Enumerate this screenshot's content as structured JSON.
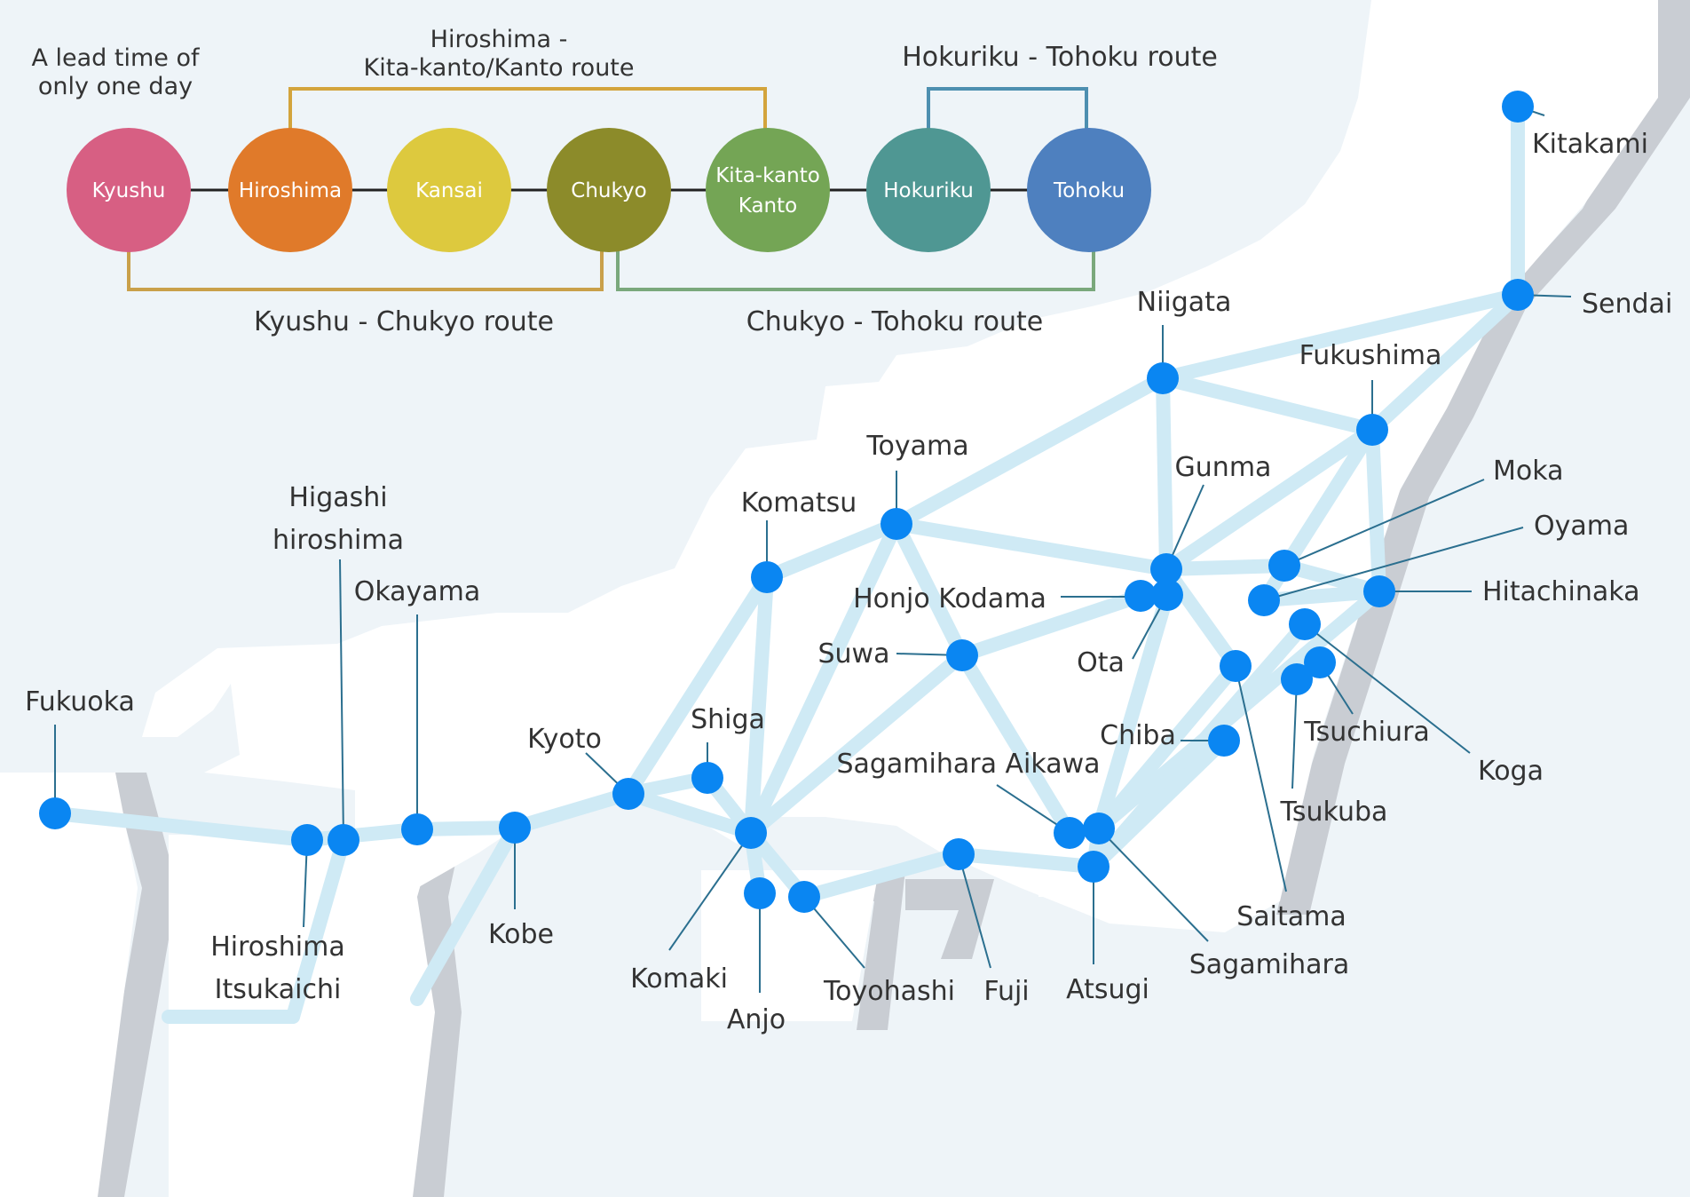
{
  "header": {
    "lead_time": [
      "A lead time of",
      "only one day"
    ],
    "hiroshima_route": [
      "Hiroshima -",
      "Kita-kanto/Kanto route"
    ],
    "hokuriku_route": "Hokuriku - Tohoku route",
    "kyushu_route": "Kyushu - Chukyo route",
    "chukyo_route": "Chukyo - Tohoku route"
  },
  "regions": [
    {
      "id": "kyushu",
      "lines": [
        "Kyushu"
      ],
      "color": "#d75f83"
    },
    {
      "id": "hiroshima",
      "lines": [
        "Hiroshima"
      ],
      "color": "#e07a2a"
    },
    {
      "id": "kansai",
      "lines": [
        "Kansai"
      ],
      "color": "#ddc93e"
    },
    {
      "id": "chukyo",
      "lines": [
        "Chukyo"
      ],
      "color": "#8c8b2a"
    },
    {
      "id": "kitakanto",
      "lines": [
        "Kita-kanto",
        "Kanto"
      ],
      "color": "#74a555"
    },
    {
      "id": "hokuriku",
      "lines": [
        "Hokuriku"
      ],
      "color": "#4f9793"
    },
    {
      "id": "tohoku",
      "lines": [
        "Tohoku"
      ],
      "color": "#4e80bf"
    }
  ],
  "route_colors": {
    "hiroshima_kitakanto": "#d3a43c",
    "hokuriku_tohoku": "#4d8fb0",
    "kyushu_chukyo": "#c9a04a",
    "chukyo_tohoku": "#7aa87c"
  },
  "colors": {
    "node": "#0a86f2",
    "route": "#cfeaf5",
    "land": "#ffffff",
    "shadow": "#c9cdd3",
    "sea": "#eef4f8"
  },
  "cities": [
    {
      "id": "kitakami",
      "lines": [
        "Kitakami"
      ]
    },
    {
      "id": "sendai",
      "lines": [
        "Sendai"
      ]
    },
    {
      "id": "niigata",
      "lines": [
        "Niigata"
      ]
    },
    {
      "id": "fukushima",
      "lines": [
        "Fukushima"
      ]
    },
    {
      "id": "toyama",
      "lines": [
        "Toyama"
      ]
    },
    {
      "id": "gunma",
      "lines": [
        "Gunma"
      ]
    },
    {
      "id": "moka",
      "lines": [
        "Moka"
      ]
    },
    {
      "id": "oyama",
      "lines": [
        "Oyama"
      ]
    },
    {
      "id": "komatsu",
      "lines": [
        "Komatsu"
      ]
    },
    {
      "id": "honjo-kodama",
      "lines": [
        "Honjo Kodama"
      ]
    },
    {
      "id": "hitachinaka",
      "lines": [
        "Hitachinaka"
      ]
    },
    {
      "id": "suwa",
      "lines": [
        "Suwa"
      ]
    },
    {
      "id": "ota",
      "lines": [
        "Ota"
      ]
    },
    {
      "id": "higashi-hiroshima",
      "lines": [
        "Higashi",
        "hiroshima"
      ]
    },
    {
      "id": "okayama",
      "lines": [
        "Okayama"
      ]
    },
    {
      "id": "fukuoka",
      "lines": [
        "Fukuoka"
      ]
    },
    {
      "id": "shiga",
      "lines": [
        "Shiga"
      ]
    },
    {
      "id": "kyoto",
      "lines": [
        "Kyoto"
      ]
    },
    {
      "id": "chiba",
      "lines": [
        "Chiba"
      ]
    },
    {
      "id": "tsuchiura",
      "lines": [
        "Tsuchiura"
      ]
    },
    {
      "id": "sagamihara-aikawa",
      "lines": [
        "Sagamihara Aikawa"
      ]
    },
    {
      "id": "koga",
      "lines": [
        "Koga"
      ]
    },
    {
      "id": "tsukuba",
      "lines": [
        "Tsukuba"
      ]
    },
    {
      "id": "kobe",
      "lines": [
        "Kobe"
      ]
    },
    {
      "id": "hiroshima-itsukaichi",
      "lines": [
        "Hiroshima",
        "Itsukaichi"
      ]
    },
    {
      "id": "saitama",
      "lines": [
        "Saitama"
      ]
    },
    {
      "id": "sagamihara",
      "lines": [
        "Sagamihara"
      ]
    },
    {
      "id": "komaki",
      "lines": [
        "Komaki"
      ]
    },
    {
      "id": "toyohashi",
      "lines": [
        "Toyohashi"
      ]
    },
    {
      "id": "fuji",
      "lines": [
        "Fuji"
      ]
    },
    {
      "id": "atsugi",
      "lines": [
        "Atsugi"
      ]
    },
    {
      "id": "anjo",
      "lines": [
        "Anjo"
      ]
    }
  ]
}
